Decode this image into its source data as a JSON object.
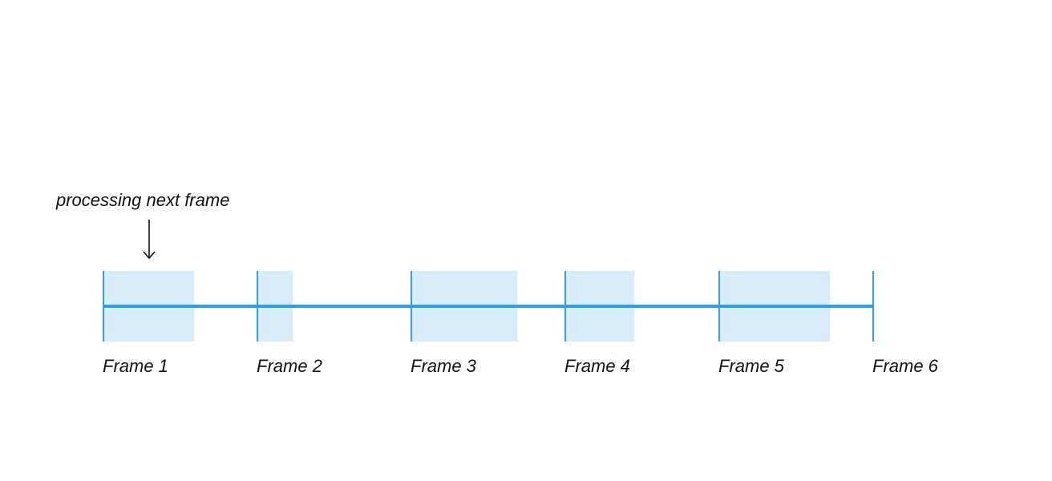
{
  "annotation": {
    "text": "processing next frame",
    "points_to_frame": 1
  },
  "colors": {
    "timeline": "#2e9fe0",
    "busy_fill": "#d6edf9",
    "text": "#111111",
    "arrow": "#111111"
  },
  "frames": [
    {
      "label": "Frame 1",
      "busy_fraction": 0.59
    },
    {
      "label": "Frame 2",
      "busy_fraction": 0.23
    },
    {
      "label": "Frame 3",
      "busy_fraction": 0.69
    },
    {
      "label": "Frame 4",
      "busy_fraction": 0.45
    },
    {
      "label": "Frame 5",
      "busy_fraction": 0.72
    },
    {
      "label": "Frame 6",
      "busy_fraction": 0
    }
  ]
}
